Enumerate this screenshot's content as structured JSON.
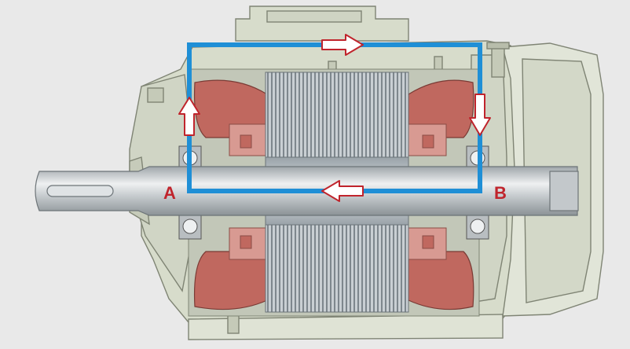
{
  "labels": {
    "end_a": "A",
    "end_b": "B"
  },
  "colors": {
    "background": "#e9e9e9",
    "housing": "#d7dccb",
    "housing_outline": "#7f8474",
    "winding": "#c0685f",
    "winding_light": "#d89a92",
    "lamination": "#aab3b9",
    "shaft": "#c7cccf",
    "current_loop": "#1f8fd6",
    "arrow_fill": "#ffffff",
    "arrow_stroke": "#c0242c",
    "label": "#c0242c"
  },
  "arrows": [
    {
      "direction": "right",
      "location": "top"
    },
    {
      "direction": "down",
      "location": "right"
    },
    {
      "direction": "left",
      "location": "bottom"
    },
    {
      "direction": "up",
      "location": "left"
    }
  ]
}
